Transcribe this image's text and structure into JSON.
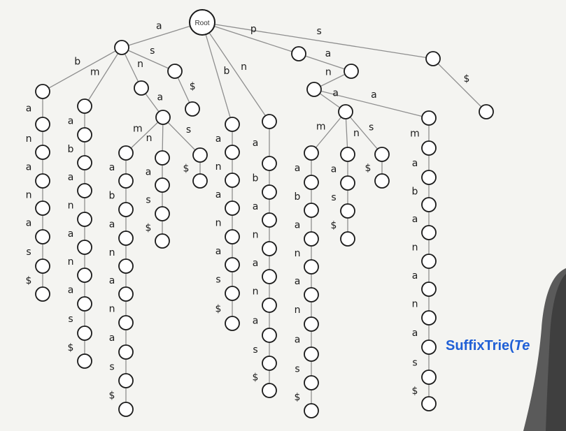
{
  "diagram": {
    "root_label": "Root",
    "caption_prefix": "SuffixTrie(",
    "caption_italic": "Te",
    "edges": [
      [
        "root",
        "a1",
        "a"
      ],
      [
        "root",
        "b1",
        "b"
      ],
      [
        "root",
        "n1",
        "n"
      ],
      [
        "root",
        "p1",
        "p"
      ],
      [
        "root",
        "s1",
        "s"
      ],
      [
        "a1",
        "b2",
        "b"
      ],
      [
        "a1",
        "m2",
        "m"
      ],
      [
        "a1",
        "n2",
        "n"
      ],
      [
        "a1",
        "s2",
        "s"
      ],
      [
        "b2",
        "b2_1",
        "a"
      ],
      [
        "b2_1",
        "b2_2",
        "n"
      ],
      [
        "b2_2",
        "b2_3",
        "a"
      ],
      [
        "b2_3",
        "b2_4",
        "n"
      ],
      [
        "b2_4",
        "b2_5",
        "a"
      ],
      [
        "b2_5",
        "b2_6",
        "s"
      ],
      [
        "b2_6",
        "b2_7",
        "$"
      ],
      [
        "m2",
        "m2_1",
        "a"
      ],
      [
        "m2_1",
        "m2_2",
        "b"
      ],
      [
        "m2_2",
        "m2_3",
        "a"
      ],
      [
        "m2_3",
        "m2_4",
        "n"
      ],
      [
        "m2_4",
        "m2_5",
        "a"
      ],
      [
        "m2_5",
        "m2_6",
        "n"
      ],
      [
        "m2_6",
        "m2_7",
        "a"
      ],
      [
        "m2_7",
        "m2_8",
        "s"
      ],
      [
        "m2_8",
        "m2_9",
        "$"
      ],
      [
        "n2",
        "na",
        "a"
      ],
      [
        "na",
        "nam1",
        "m"
      ],
      [
        "nam1",
        "nam2",
        "a"
      ],
      [
        "nam2",
        "nam3",
        "b"
      ],
      [
        "nam3",
        "nam4",
        "a"
      ],
      [
        "nam4",
        "nam5",
        "n"
      ],
      [
        "nam5",
        "nam6",
        "a"
      ],
      [
        "nam6",
        "nam7",
        "n"
      ],
      [
        "nam7",
        "nam8",
        "a"
      ],
      [
        "nam8",
        "nam9",
        "s"
      ],
      [
        "nam9",
        "nam10",
        "$"
      ],
      [
        "na",
        "nan1",
        "n"
      ],
      [
        "nan1",
        "nan2",
        "a"
      ],
      [
        "nan2",
        "nan3",
        "s"
      ],
      [
        "nan3",
        "nan4",
        "$"
      ],
      [
        "na",
        "nas1",
        "s"
      ],
      [
        "nas1",
        "nas2",
        "$"
      ],
      [
        "s2",
        "s2_1",
        "$"
      ],
      [
        "b1",
        "b1_1",
        "a"
      ],
      [
        "b1_1",
        "b1_2",
        "n"
      ],
      [
        "b1_2",
        "b1_3",
        "a"
      ],
      [
        "b1_3",
        "b1_4",
        "n"
      ],
      [
        "b1_4",
        "b1_5",
        "a"
      ],
      [
        "b1_5",
        "b1_6",
        "s"
      ],
      [
        "b1_6",
        "b1_7",
        "$"
      ],
      [
        "n1",
        "n1_1",
        "a"
      ],
      [
        "n1_1",
        "n1_2",
        "b"
      ],
      [
        "n1_2",
        "n1_3",
        "a"
      ],
      [
        "n1_3",
        "n1_4",
        "n"
      ],
      [
        "n1_4",
        "n1_5",
        "a"
      ],
      [
        "n1_5",
        "n1_6",
        "n"
      ],
      [
        "n1_6",
        "n1_7",
        "a"
      ],
      [
        "n1_7",
        "n1_8",
        "s"
      ],
      [
        "n1_8",
        "n1_9",
        "$"
      ],
      [
        "p1",
        "pa",
        "a"
      ],
      [
        "pa",
        "pan",
        "n"
      ],
      [
        "pan",
        "pana",
        "a"
      ],
      [
        "pana",
        "pm1",
        "m"
      ],
      [
        "pm1",
        "pm2",
        "a"
      ],
      [
        "pm2",
        "pm3",
        "b"
      ],
      [
        "pm3",
        "pm4",
        "a"
      ],
      [
        "pm4",
        "pm5",
        "n"
      ],
      [
        "pm5",
        "pm6",
        "a"
      ],
      [
        "pm6",
        "pm7",
        "n"
      ],
      [
        "pm7",
        "pm8",
        "a"
      ],
      [
        "pm8",
        "pm9",
        "s"
      ],
      [
        "pm9",
        "pm10",
        "$"
      ],
      [
        "pana",
        "pn1",
        "n"
      ],
      [
        "pn1",
        "pn2",
        "a"
      ],
      [
        "pn2",
        "pn3",
        "s"
      ],
      [
        "pn3",
        "pn4",
        "$"
      ],
      [
        "pana",
        "ps1",
        "s"
      ],
      [
        "ps1",
        "ps2",
        "$"
      ],
      [
        "s1",
        "s1_1",
        "$"
      ],
      [
        "pan",
        "q1",
        "a"
      ],
      [
        "q1",
        "q2",
        "m"
      ],
      [
        "q2",
        "q3",
        "a"
      ],
      [
        "q3",
        "q4",
        "b"
      ],
      [
        "q4",
        "q5",
        "a"
      ],
      [
        "q5",
        "q6",
        "n"
      ],
      [
        "q6",
        "q7",
        "a"
      ],
      [
        "q7",
        "q8",
        "n"
      ],
      [
        "q8",
        "q9",
        "a"
      ],
      [
        "q9",
        "q10",
        "s"
      ],
      [
        "q10",
        "q11",
        "$"
      ]
    ]
  }
}
